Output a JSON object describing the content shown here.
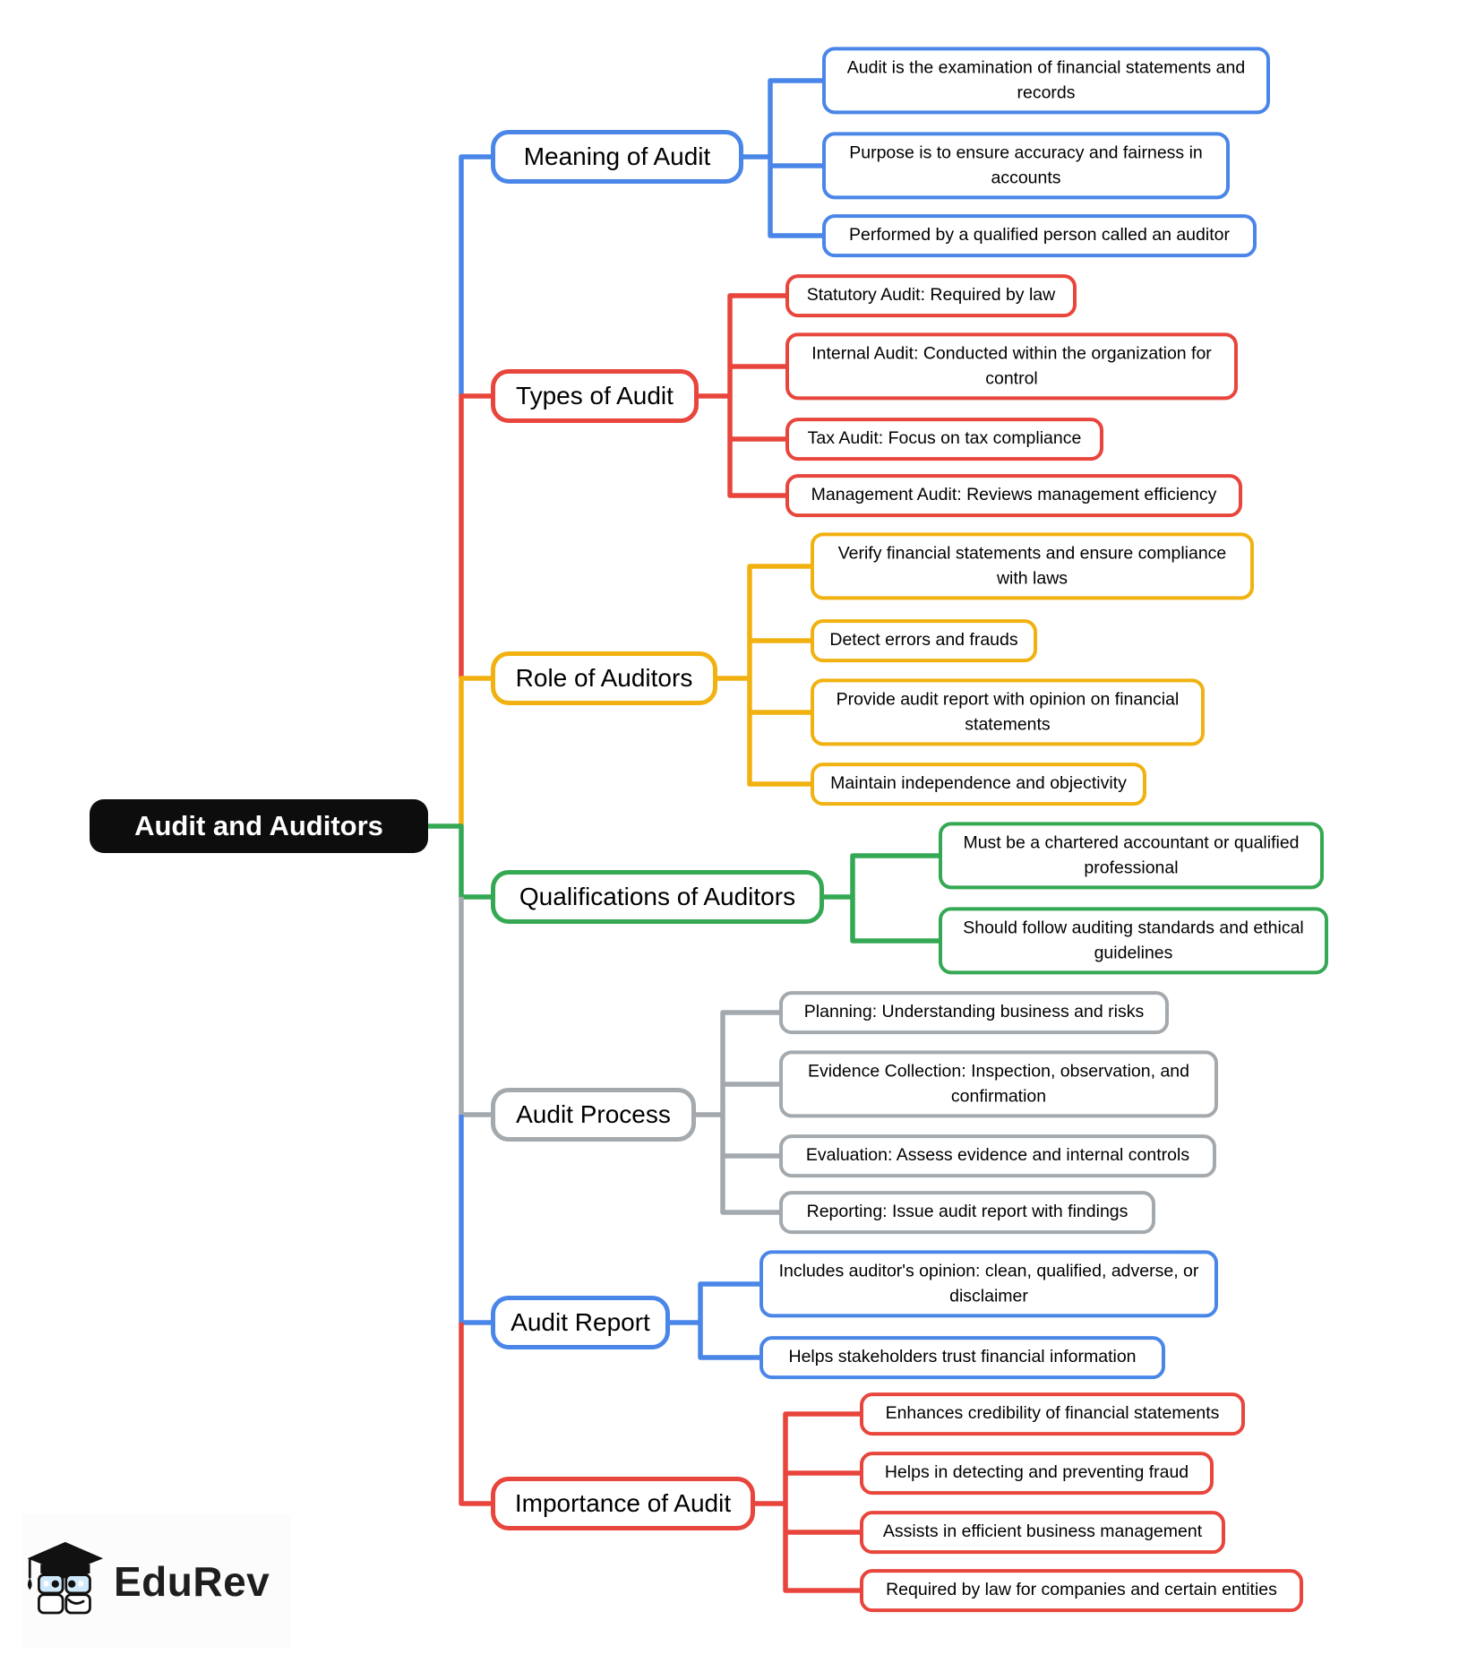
{
  "root": {
    "label": "Audit and Auditors",
    "bg": "#0d0d0d",
    "text_color": "#ffffff"
  },
  "branches": [
    {
      "label": "Meaning of Audit",
      "color": "#4a86e8",
      "children": [
        "Audit is the examination of financial statements and records",
        "Purpose is to ensure accuracy and fairness in accounts",
        "Performed by a qualified person called an auditor"
      ]
    },
    {
      "label": "Types of Audit",
      "color": "#e8453c",
      "children": [
        "Statutory Audit: Required by law",
        "Internal Audit: Conducted within the organization for control",
        "Tax Audit: Focus on tax compliance",
        "Management Audit: Reviews management efficiency"
      ]
    },
    {
      "label": "Role of Auditors",
      "color": "#f1b211",
      "children": [
        "Verify financial statements and ensure compliance with laws",
        "Detect errors and frauds",
        "Provide audit report with opinion on financial statements",
        "Maintain independence and objectivity"
      ]
    },
    {
      "label": "Qualifications of Auditors",
      "color": "#34a853",
      "children": [
        "Must be a chartered accountant or qualified professional",
        "Should follow auditing standards and ethical guidelines"
      ]
    },
    {
      "label": "Audit Process",
      "color": "#a3a9ad",
      "children": [
        "Planning: Understanding business and risks",
        "Evidence Collection: Inspection, observation, and confirmation",
        "Evaluation: Assess evidence and internal controls",
        "Reporting: Issue audit report with findings"
      ]
    },
    {
      "label": "Audit Report",
      "color": "#4a86e8",
      "children": [
        "Includes auditor's opinion: clean, qualified, adverse, or disclaimer",
        "Helps stakeholders trust financial information"
      ]
    },
    {
      "label": "Importance of Audit",
      "color": "#e8453c",
      "children": [
        "Enhances credibility of financial statements",
        "Helps in detecting and preventing fraud",
        "Assists in efficient business management",
        "Required by law for companies and certain entities"
      ]
    }
  ],
  "logo": {
    "text": "EduRev"
  }
}
